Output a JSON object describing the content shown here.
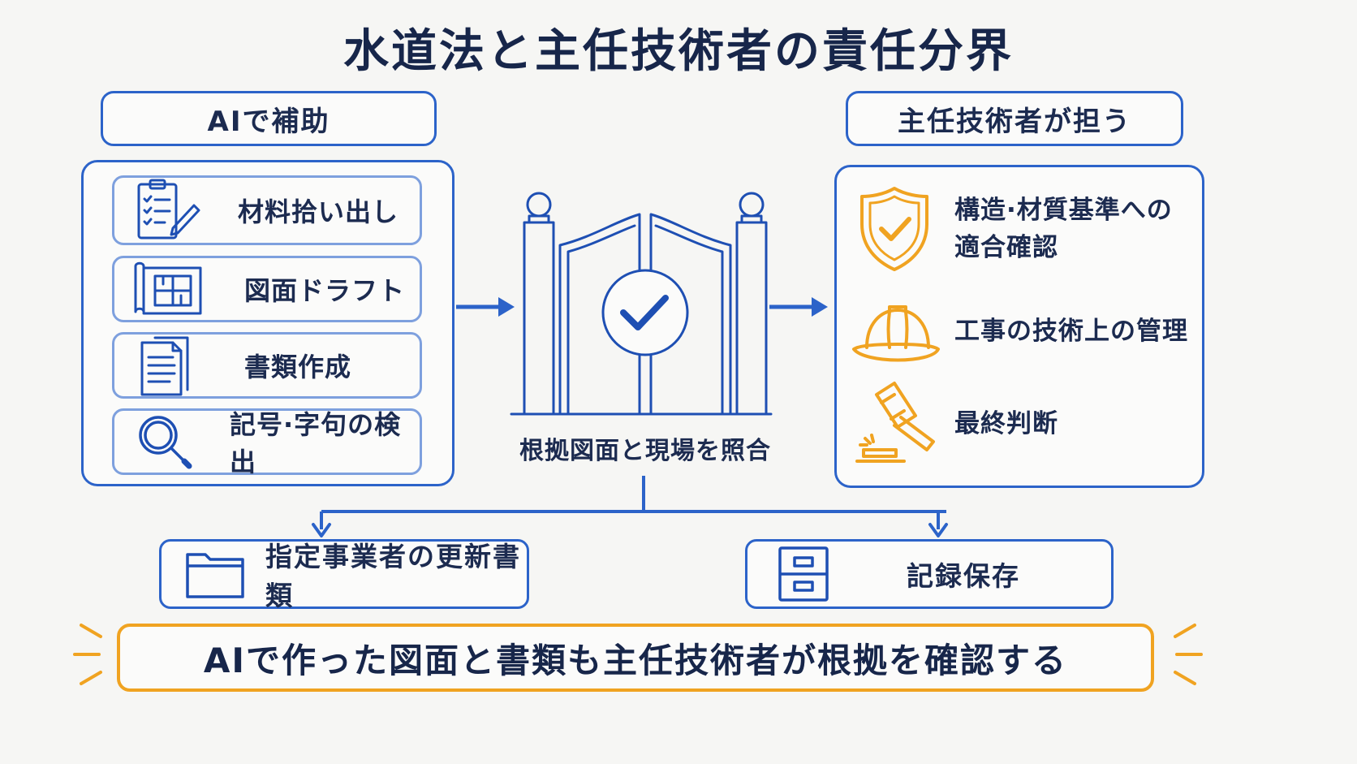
{
  "title": "水道法と主任技術者の責任分界",
  "ai_section": {
    "header": "AIで補助",
    "items": [
      {
        "label": "材料拾い出し",
        "icon": "clipboard-checklist-icon"
      },
      {
        "label": "図面ドラフト",
        "icon": "blueprint-icon"
      },
      {
        "label": "書類作成",
        "icon": "document-icon"
      },
      {
        "label": "記号·字句の検出",
        "icon": "magnifier-icon"
      }
    ]
  },
  "gate": {
    "caption": "根拠図面と現場を照合",
    "icon": "gate-check-icon"
  },
  "engineer_section": {
    "header": "主任技術者が担う",
    "items": [
      {
        "label_lines": [
          "構造·材質基準への",
          "適合確認"
        ],
        "icon": "shield-check-icon"
      },
      {
        "label_lines": [
          "工事の技術上の管理"
        ],
        "icon": "hard-hat-icon"
      },
      {
        "label_lines": [
          "最終判断"
        ],
        "icon": "gavel-icon"
      }
    ]
  },
  "outputs": [
    {
      "label": "指定事業者の更新書類",
      "icon": "folder-icon"
    },
    {
      "label": "記録保存",
      "icon": "file-cabinet-icon"
    }
  ],
  "bottom_message": "AIで作った図面と書類も主任技術者が根拠を確認する",
  "colors": {
    "blue": "#2c63c9",
    "light_blue": "#7ea0de",
    "orange": "#f0a321",
    "navy": "#17264a",
    "background": "#f6f6f4"
  }
}
